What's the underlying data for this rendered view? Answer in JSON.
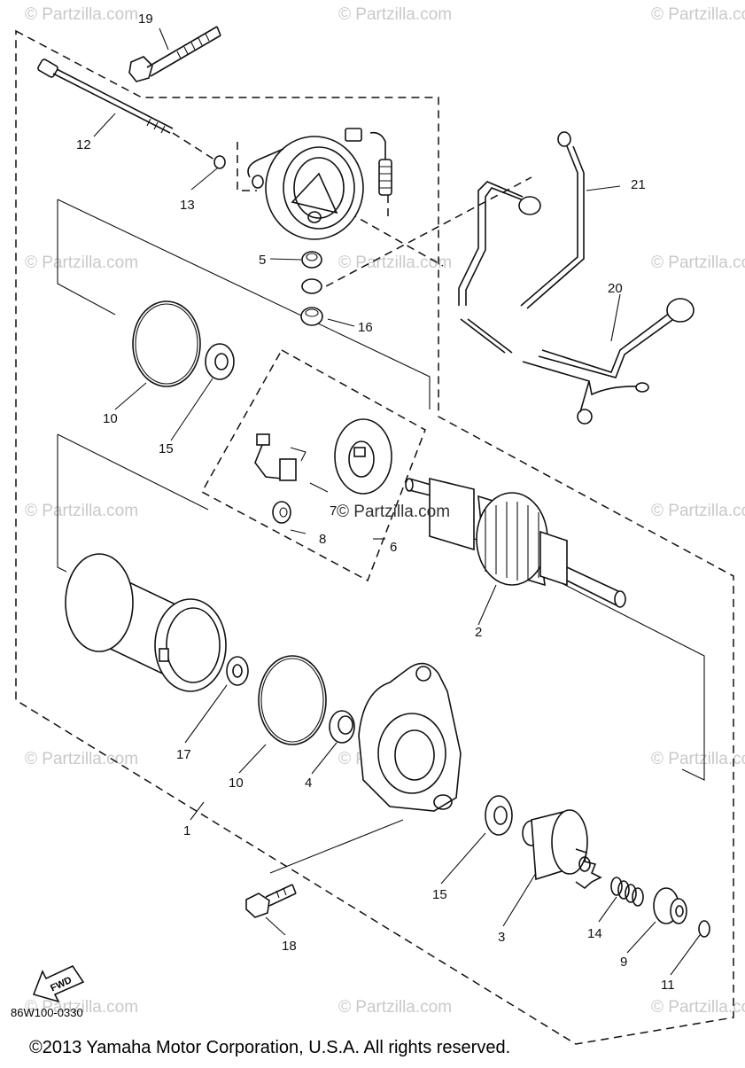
{
  "watermarks": {
    "text": "© Partzilla.com",
    "center_text": "© Partzilla.com"
  },
  "labels": {
    "p1": "1",
    "p2": "2",
    "p3": "3",
    "p4": "4",
    "p5": "5",
    "p6": "6",
    "p7": "7",
    "p8": "8",
    "p9": "9",
    "p10a": "10",
    "p10b": "10",
    "p11": "11",
    "p12": "12",
    "p13": "13",
    "p14": "14",
    "p15a": "15",
    "p15b": "15",
    "p16": "16",
    "p17": "17",
    "p18": "18",
    "p19": "19",
    "p20": "20",
    "p21": "21"
  },
  "fwd_label": "FWD",
  "diagram_code": "86W100-0330",
  "copyright": "©2013  Yamaha Motor Corporation, U.S.A. All rights reserved."
}
